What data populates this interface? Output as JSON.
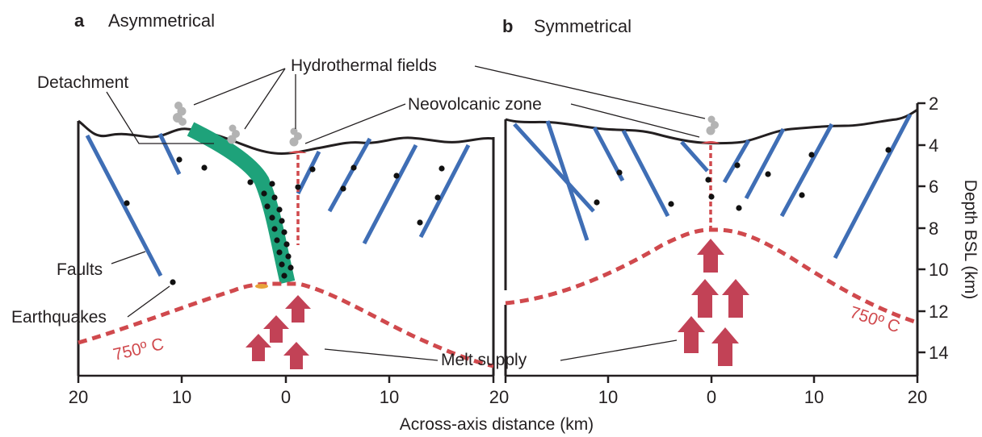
{
  "panels": {
    "a": {
      "letter": "a",
      "title": "Asymmetrical"
    },
    "b": {
      "letter": "b",
      "title": "Symmetrical"
    }
  },
  "annotations": {
    "hydrothermal": "Hydrothermal fields",
    "detachment": "Detachment",
    "neovolcanic": "Neovolcanic zone",
    "faults": "Faults",
    "earthquakes": "Earthquakes",
    "melt_supply": "Melt supply",
    "isotherm_a": "750º C",
    "isotherm_b": "750º C"
  },
  "axes": {
    "xlabel": "Across-axis distance (km)",
    "ylabel": "Depth BSL (km)",
    "x_ticks_a": [
      "20",
      "10",
      "0",
      "10",
      "20"
    ],
    "x_ticks_b": [
      "20",
      "10",
      "0",
      "10",
      "20"
    ],
    "y_ticks": [
      "2",
      "4",
      "6",
      "8",
      "10",
      "12",
      "14"
    ]
  },
  "colors": {
    "fault": "#3f6eb5",
    "detachment": "#1ea27a",
    "isotherm": "#d0494d",
    "arrow": "#c24256",
    "earthquake": "#111111",
    "vent": "#b3b3b3",
    "outline": "#231f20"
  }
}
